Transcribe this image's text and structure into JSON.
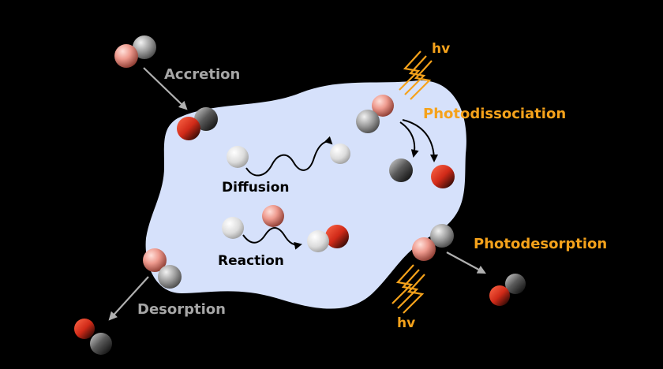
{
  "labels": {
    "accretion": "Accretion",
    "photodissociation": "Photodissociation",
    "diffusion": "Diffusion",
    "reaction": "Reaction",
    "photodesorption": "Photodesorption",
    "desorption": "Desorption",
    "hv_top": "hv",
    "hv_bottom": "hv"
  },
  "colors": {
    "background": "#000000",
    "grain": "#d6e1fb",
    "process_label_gray": "#a6a6a6",
    "photon_orange": "#f5a21b",
    "atom_red": "#e03a24",
    "atom_gray": "#8a8a8a"
  }
}
